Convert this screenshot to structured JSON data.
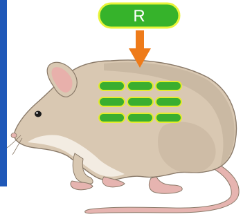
{
  "label": {
    "text": "R"
  },
  "colors": {
    "left_band": "#1f58b8",
    "pill_fill": "#36b32b",
    "pill_border": "#e8f43a",
    "pill_text": "#ffffff",
    "arrow": "#ee7b1a",
    "fur": "#d9c8b2",
    "fur_shadow": "#b9a690",
    "belly": "#f3ece2",
    "ear_inner": "#e8b0ab",
    "pink": "#e6b4b0",
    "outline": "#8a7a69",
    "implant_fill": "#3aae2f",
    "implant_border": "#e4ec2e",
    "eye": "#1b1b1b"
  },
  "implant_grid": {
    "rows": 3,
    "columns": 3
  }
}
